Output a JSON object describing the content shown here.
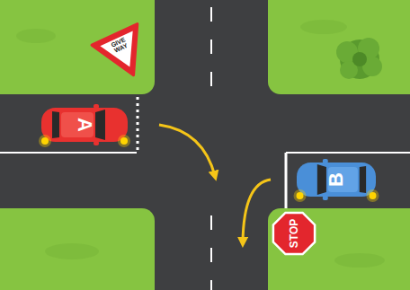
{
  "diagram": {
    "nodes": [
      {
        "text": [
          "GIVE WAY"
        ]
      },
      {
        "text": [
          "A"
        ]
      },
      {
        "text": [
          "B"
        ]
      },
      {
        "text": [
          "STOP"
        ]
      }
    ]
  }
}
